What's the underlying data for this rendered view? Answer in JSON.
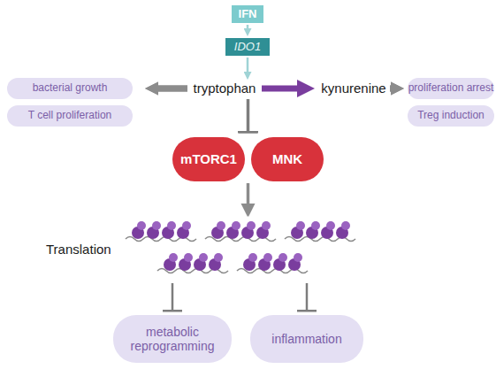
{
  "diagram": {
    "nodes": [
      {
        "text": [
          "IFN"
        ]
      },
      {
        "text": [
          "IDO1"
        ]
      },
      {
        "text": [
          "tryptophan"
        ]
      },
      {
        "text": [
          "kynurenine"
        ]
      },
      {
        "text": [
          "bacterial growth"
        ]
      },
      {
        "text": [
          "T cell proliferation"
        ]
      },
      {
        "text": [
          "proliferation arrest"
        ]
      },
      {
        "text": [
          "Treg induction"
        ]
      },
      {
        "text": [
          "mTORC1"
        ]
      },
      {
        "text": [
          "MNK"
        ]
      },
      {
        "text": [
          "Translation"
        ]
      },
      {
        "text": [
          "metabolic reprogramming"
        ]
      },
      {
        "text": [
          "inflammation"
        ]
      }
    ],
    "edges": [
      {
        "from": 0,
        "to": 1,
        "arrow": "to"
      },
      {
        "from": 2,
        "to": 3,
        "arrow": "to"
      },
      {
        "from": 2,
        "to": 4,
        "arrow": "to"
      },
      {
        "from": 2,
        "to": 5,
        "arrow": "to"
      },
      {
        "from": 3,
        "to": 6,
        "arrow": "to"
      },
      {
        "from": 3,
        "to": 7,
        "arrow": "to"
      },
      {
        "from": 2,
        "to": 8,
        "arrow": "to"
      },
      {
        "from": 2,
        "to": 9,
        "arrow": "to"
      },
      {
        "from": 8,
        "to": 10,
        "arrow": "to"
      },
      {
        "from": 9,
        "to": 10,
        "arrow": "to"
      },
      {
        "from": 10,
        "to": 11,
        "arrow": "to"
      },
      {
        "from": 10,
        "to": 12,
        "arrow": "to"
      }
    ]
  }
}
